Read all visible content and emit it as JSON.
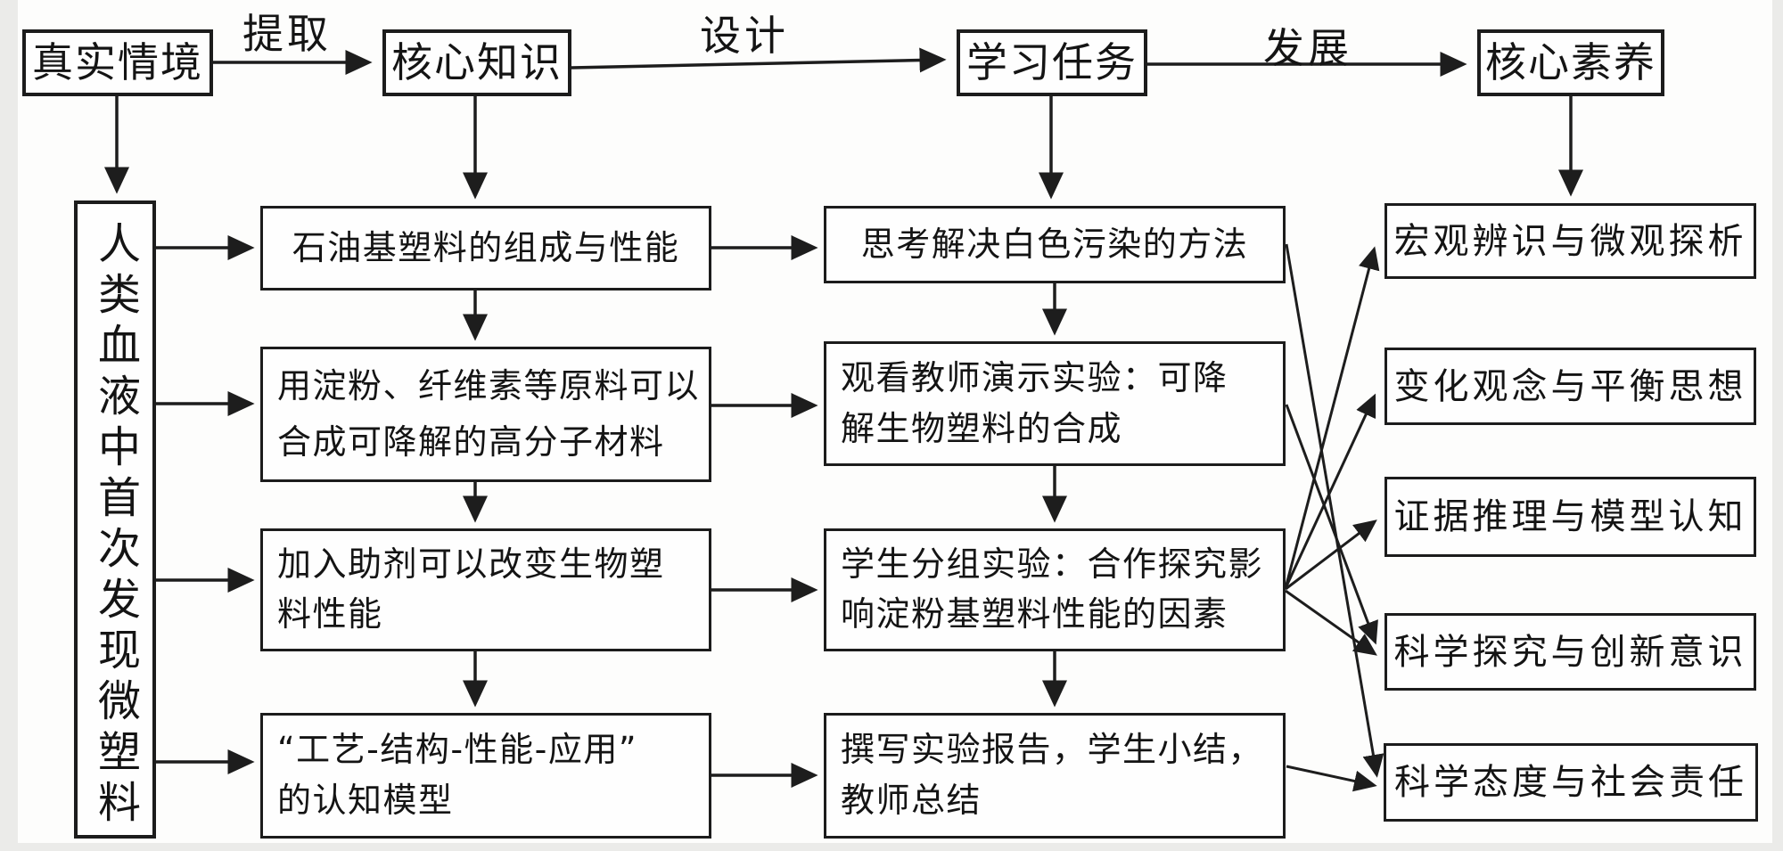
{
  "page": {
    "background": "#fdfdfc",
    "line_color": "#1d1d1d",
    "box_border_color": "#1c1c1c",
    "box_fill": "#fefefe"
  },
  "top_flow": {
    "real_situation": "真实情境",
    "core_knowledge": "核心知识",
    "learning_task": "学习任务",
    "core_literacy": "核心素养",
    "edge_extract": "提取",
    "edge_design": "设计",
    "edge_develop": "发展"
  },
  "context_box": {
    "text": "人类血液中首次发现微塑料"
  },
  "knowledge_boxes": [
    {
      "lines": [
        "石油基塑料的组成与性能"
      ]
    },
    {
      "lines": [
        "用淀粉、纤维素等原料可以",
        "合成可降解的高分子材料"
      ]
    },
    {
      "lines": [
        "加入助剂可以改变生物塑",
        "料性能"
      ]
    },
    {
      "lines": [
        "“工艺-结构-性能-应用”",
        "的认知模型"
      ]
    }
  ],
  "task_boxes": [
    {
      "lines": [
        "思考解决白色污染的方法"
      ]
    },
    {
      "lines": [
        "观看教师演示实验：可降",
        "解生物塑料的合成"
      ]
    },
    {
      "lines": [
        "学生分组实验：合作探究影",
        "响淀粉基塑料性能的因素"
      ]
    },
    {
      "lines": [
        "撰写实验报告，学生小结，",
        "教师总结"
      ]
    }
  ],
  "literacy_boxes": [
    {
      "text": "宏观辨识与微观探析"
    },
    {
      "text": "变化观念与平衡思想"
    },
    {
      "text": "证据推理与模型认知"
    },
    {
      "text": "科学探究与创新意识"
    },
    {
      "text": "科学态度与社会责任"
    }
  ],
  "connections": [
    {
      "from": "真实情境",
      "to": "核心知识",
      "label": "提取"
    },
    {
      "from": "核心知识",
      "to": "学习任务",
      "label": "设计"
    },
    {
      "from": "学习任务",
      "to": "核心素养",
      "label": "发展"
    },
    {
      "from": "真实情境",
      "to": "人类血液中首次发现微塑料"
    },
    {
      "from": "核心知识",
      "to": "石油基塑料的组成与性能"
    },
    {
      "from": "学习任务",
      "to": "思考解决白色污染的方法"
    },
    {
      "from": "核心素养",
      "to": "宏观辨识与微观探析"
    },
    {
      "from": "人类血液中首次发现微塑料",
      "to": "石油基塑料的组成与性能"
    },
    {
      "from": "人类血液中首次发现微塑料",
      "to": "用淀粉、纤维素等原料可以合成可降解的高分子材料"
    },
    {
      "from": "人类血液中首次发现微塑料",
      "to": "加入助剂可以改变生物塑料性能"
    },
    {
      "from": "人类血液中首次发现微塑料",
      "to": "“工艺-结构-性能-应用”的认知模型"
    },
    {
      "from": "石油基塑料的组成与性能",
      "to": "用淀粉、纤维素等原料可以合成可降解的高分子材料"
    },
    {
      "from": "用淀粉、纤维素等原料可以合成可降解的高分子材料",
      "to": "加入助剂可以改变生物塑料性能"
    },
    {
      "from": "加入助剂可以改变生物塑料性能",
      "to": "“工艺-结构-性能-应用”的认知模型"
    },
    {
      "from": "石油基塑料的组成与性能",
      "to": "思考解决白色污染的方法"
    },
    {
      "from": "用淀粉、纤维素等原料可以合成可降解的高分子材料",
      "to": "观看教师演示实验：可降解生物塑料的合成"
    },
    {
      "from": "加入助剂可以改变生物塑料性能",
      "to": "学生分组实验：合作探究影响淀粉基塑料性能的因素"
    },
    {
      "from": "“工艺-结构-性能-应用”的认知模型",
      "to": "撰写实验报告，学生小结，教师总结"
    },
    {
      "from": "思考解决白色污染的方法",
      "to": "观看教师演示实验：可降解生物塑料的合成"
    },
    {
      "from": "观看教师演示实验：可降解生物塑料的合成",
      "to": "学生分组实验：合作探究影响淀粉基塑料性能的因素"
    },
    {
      "from": "学生分组实验：合作探究影响淀粉基塑料性能的因素",
      "to": "撰写实验报告，学生小结，教师总结"
    },
    {
      "from": "思考解决白色污染的方法",
      "to": "科学态度与社会责任"
    },
    {
      "from": "观看教师演示实验：可降解生物塑料的合成",
      "to": "科学探究与创新意识"
    },
    {
      "from": "学生分组实验：合作探究影响淀粉基塑料性能的因素",
      "to": "宏观辨识与微观探析"
    },
    {
      "from": "学生分组实验：合作探究影响淀粉基塑料性能的因素",
      "to": "变化观念与平衡思想"
    },
    {
      "from": "学生分组实验：合作探究影响淀粉基塑料性能的因素",
      "to": "证据推理与模型认知"
    },
    {
      "from": "学生分组实验：合作探究影响淀粉基塑料性能的因素",
      "to": "科学探究与创新意识"
    },
    {
      "from": "撰写实验报告，学生小结，教师总结",
      "to": "科学态度与社会责任"
    }
  ]
}
